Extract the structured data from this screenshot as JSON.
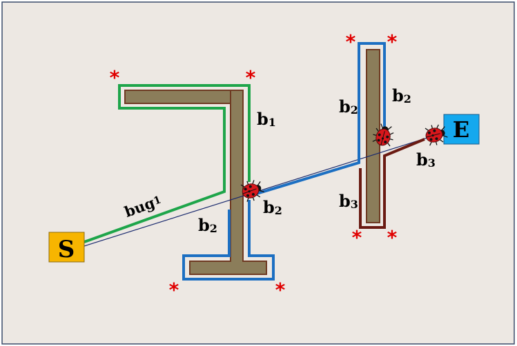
{
  "nodes": {
    "start": {
      "label": "S",
      "color": "#f7b500"
    },
    "end": {
      "label": "E",
      "color": "#14a8ee"
    }
  },
  "labels": {
    "bug1": "bug",
    "bug1_sub": "1",
    "b1": "b",
    "b1_sub": "1",
    "b2": "b",
    "b2_sub": "2",
    "b3": "b",
    "b3_sub": "3"
  },
  "corner_marker": "*",
  "colors": {
    "background": "#ede8e3",
    "obstacle_fill": "#8b7d5a",
    "obstacle_stroke": "#6e3a22",
    "bug1_path": "#1ea54a",
    "b1_path": "#1ea54a",
    "b2_path": "#1c6fc2",
    "b3_path": "#6a1a12",
    "direct_line": "#1a2a6e",
    "corner_marker": "#e00000",
    "ladybug": "#d8161b"
  }
}
